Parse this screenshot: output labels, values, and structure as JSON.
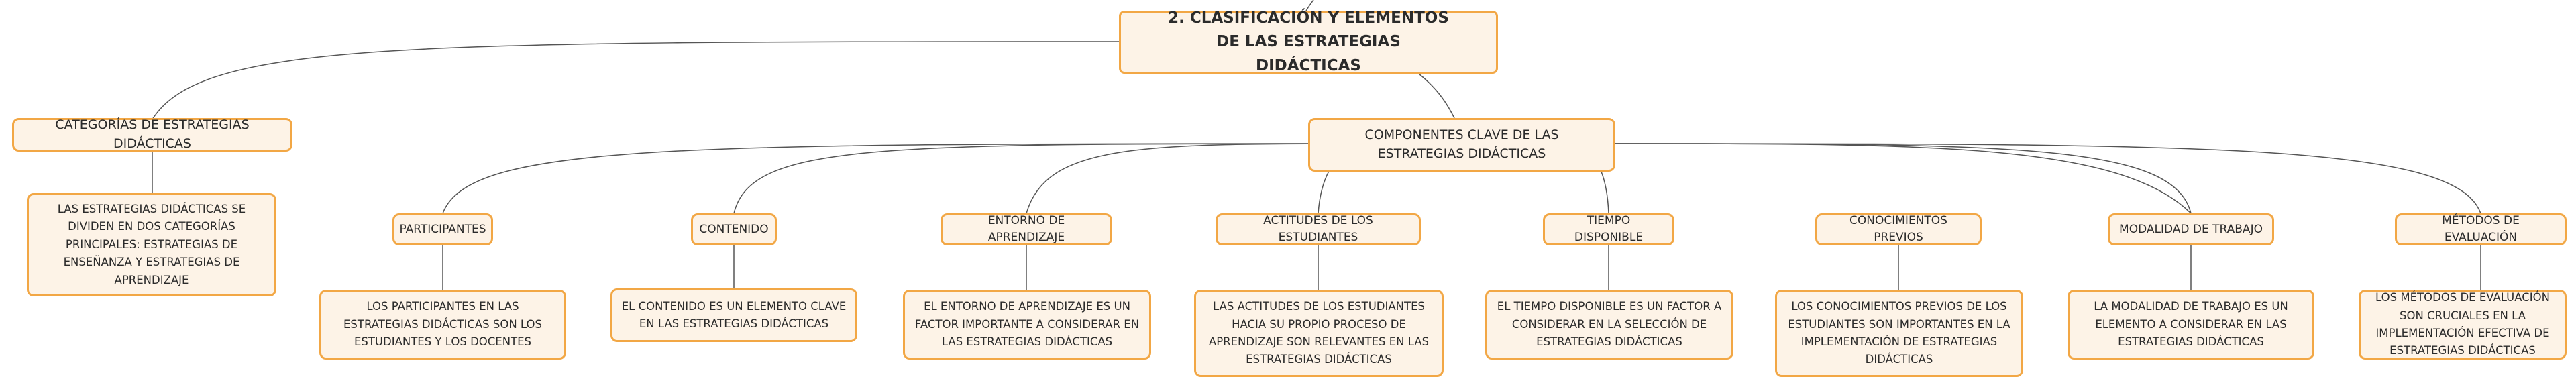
{
  "root": {
    "title": "2. CLASIFICACIÓN Y ELEMENTOS DE LAS ESTRATEGIAS DIDÁCTICAS"
  },
  "categories": {
    "title": "CATEGORÍAS DE ESTRATEGIAS DIDÁCTICAS",
    "detail": "LAS ESTRATEGIAS DIDÁCTICAS SE DIVIDEN EN DOS CATEGORÍAS PRINCIPALES: ESTRATEGIAS DE ENSEÑANZA Y ESTRATEGIAS DE APRENDIZAJE"
  },
  "components": {
    "title": "COMPONENTES CLAVE DE LAS ESTRATEGIAS DIDÁCTICAS",
    "items": [
      {
        "title": "PARTICIPANTES",
        "detail": "LOS PARTICIPANTES EN LAS ESTRATEGIAS DIDÁCTICAS SON LOS ESTUDIANTES Y LOS DOCENTES"
      },
      {
        "title": "CONTENIDO",
        "detail": "EL CONTENIDO ES UN ELEMENTO CLAVE EN LAS ESTRATEGIAS DIDÁCTICAS"
      },
      {
        "title": "ENTORNO DE APRENDIZAJE",
        "detail": "EL ENTORNO DE APRENDIZAJE ES UN FACTOR IMPORTANTE A CONSIDERAR EN LAS ESTRATEGIAS DIDÁCTICAS"
      },
      {
        "title": "ACTITUDES DE LOS ESTUDIANTES",
        "detail": "LAS ACTITUDES DE LOS ESTUDIANTES HACIA SU PROPIO PROCESO DE APRENDIZAJE SON RELEVANTES EN LAS ESTRATEGIAS DIDÁCTICAS"
      },
      {
        "title": "TIEMPO DISPONIBLE",
        "detail": "EL TIEMPO DISPONIBLE ES UN FACTOR A CONSIDERAR EN LA SELECCIÓN DE ESTRATEGIAS DIDÁCTICAS"
      },
      {
        "title": "CONOCIMIENTOS PREVIOS",
        "detail": "LOS CONOCIMIENTOS PREVIOS DE LOS ESTUDIANTES SON IMPORTANTES EN LA IMPLEMENTACIÓN DE ESTRATEGIAS DIDÁCTICAS"
      },
      {
        "title": "MODALIDAD DE TRABAJO",
        "detail": "LA MODALIDAD DE TRABAJO ES UN ELEMENTO A CONSIDERAR EN LAS ESTRATEGIAS DIDÁCTICAS"
      },
      {
        "title": "MÉTODOS DE EVALUACIÓN",
        "detail": "LOS MÉTODOS DE EVALUACIÓN SON CRUCIALES EN LA IMPLEMENTACIÓN EFECTIVA DE ESTRATEGIAS DIDÁCTICAS"
      }
    ]
  },
  "colors": {
    "node_border": "#f2a745",
    "node_fill": "#fdf3e7",
    "connector": "#555555"
  }
}
